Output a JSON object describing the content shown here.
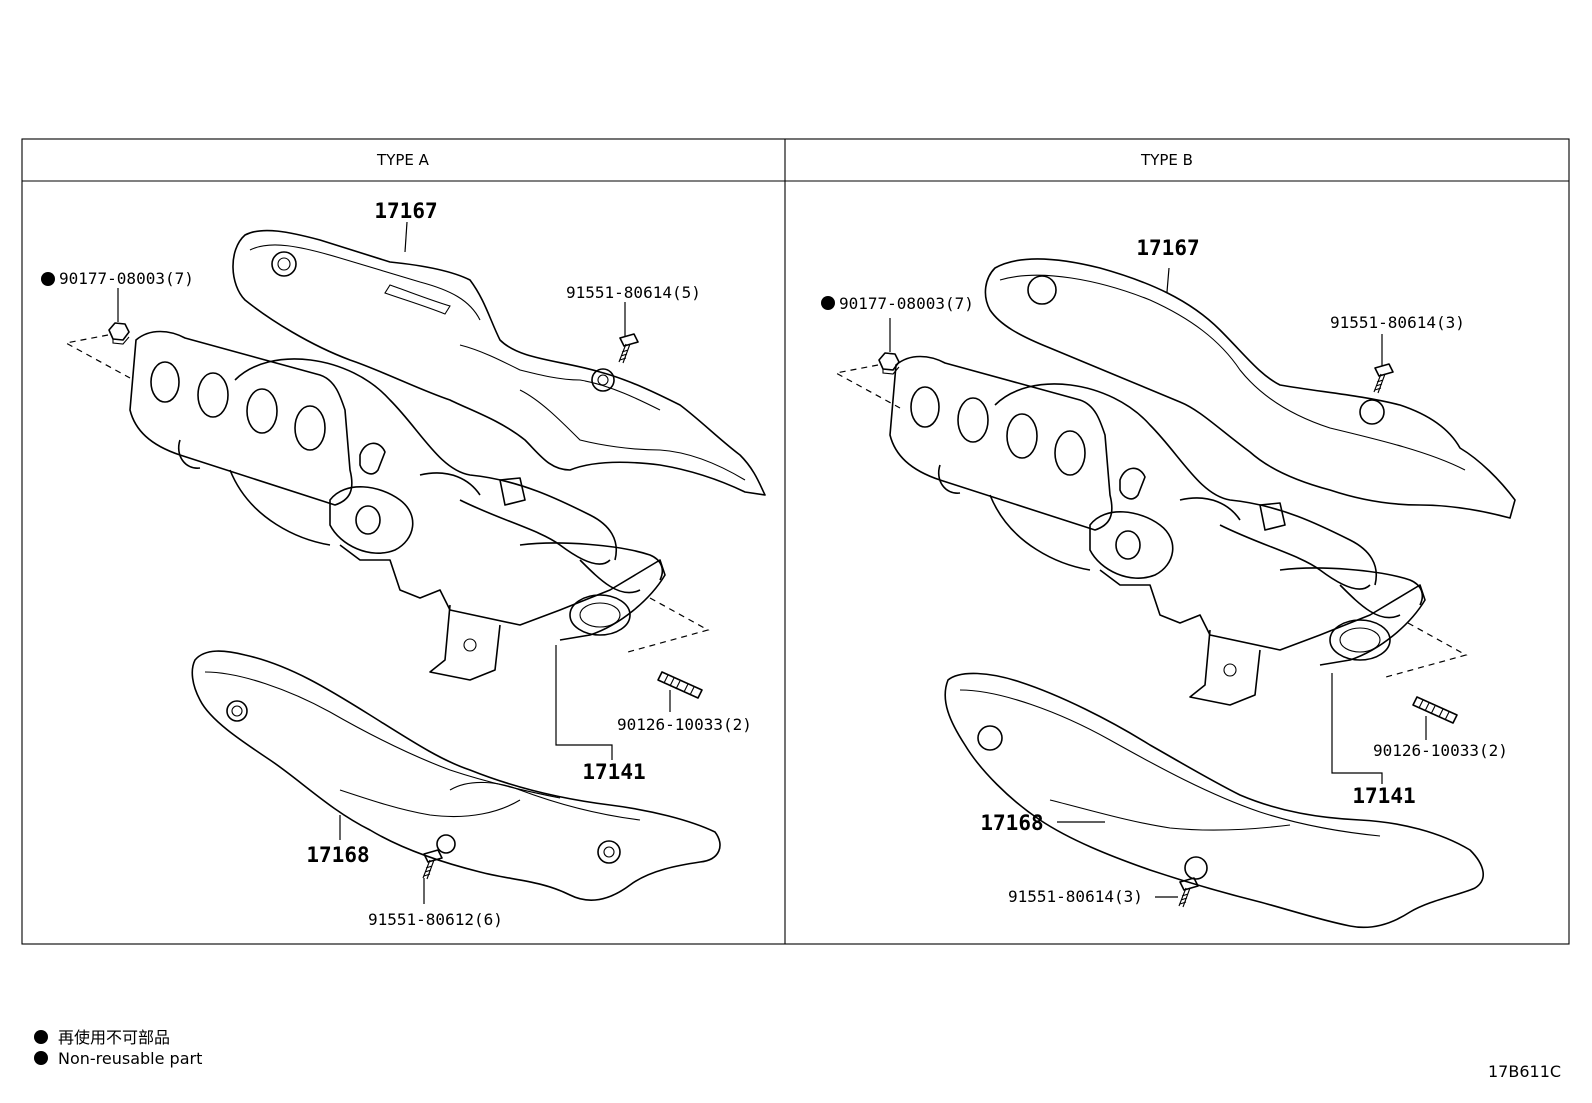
{
  "panels": [
    {
      "header": "TYPE A",
      "callouts": {
        "upper_insulator": "17167",
        "nut": "90177-08003(7)",
        "upper_bolt": "91551-80614(5)",
        "stud": "90126-10033(2)",
        "manifold": "17141",
        "lower_insulator": "17168",
        "lower_bolt": "91551-80612(6)"
      }
    },
    {
      "header": "TYPE B",
      "callouts": {
        "upper_insulator": "17167",
        "nut": "90177-08003(7)",
        "upper_bolt": "91551-80614(3)",
        "stud": "90126-10033(2)",
        "manifold": "17141",
        "lower_insulator": "17168",
        "lower_bolt": "91551-80614(3)"
      }
    }
  ],
  "legend": {
    "ja": "再使用不可部品",
    "en": "Non-reusable part"
  },
  "figure_code": "17B611C"
}
